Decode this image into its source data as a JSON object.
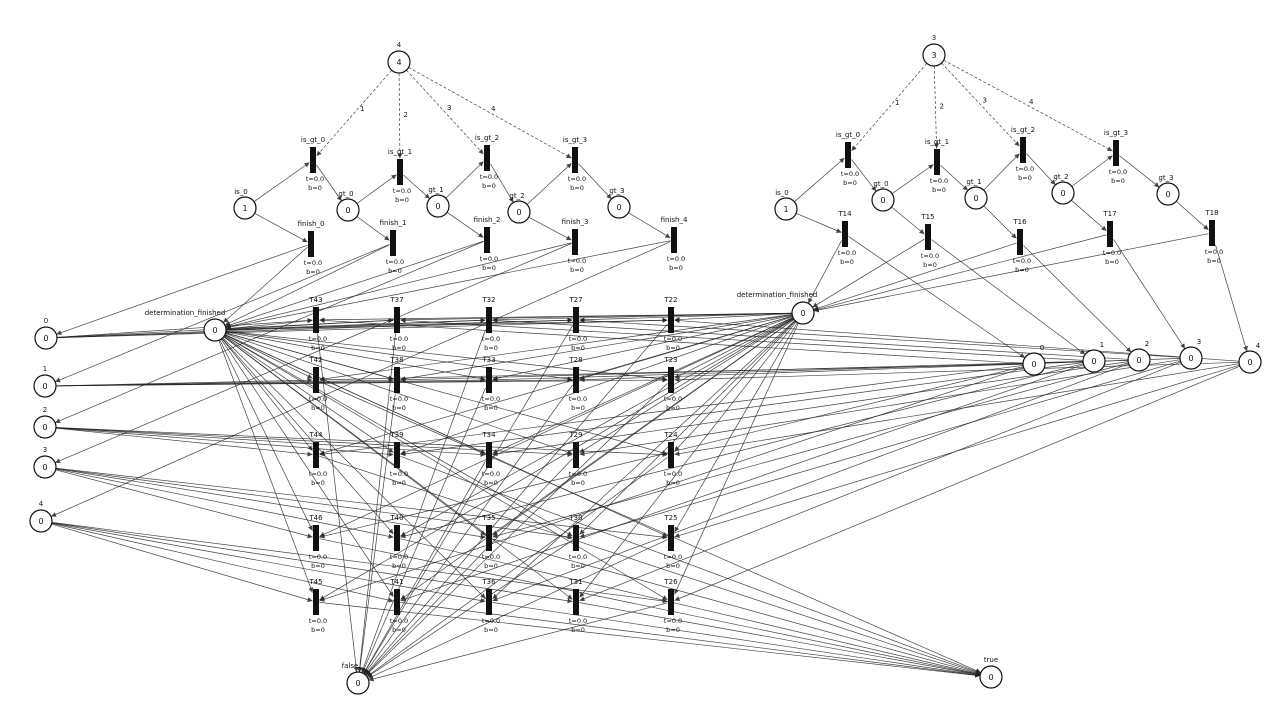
{
  "left_net": {
    "top_place": {
      "label": "4",
      "tokens": "4"
    },
    "arc_weights": [
      "1",
      "2",
      "3",
      "4"
    ],
    "is_place": {
      "label": "is_0",
      "tokens": "1"
    },
    "gt_places": [
      {
        "label": "gt_0",
        "tokens": "0"
      },
      {
        "label": "gt_1",
        "tokens": "0"
      },
      {
        "label": "gt_2",
        "tokens": "0"
      },
      {
        "label": "gt_3",
        "tokens": "0"
      }
    ],
    "is_gt_transitions": [
      {
        "label": "is_gt_0"
      },
      {
        "label": "is_gt_1"
      },
      {
        "label": "is_gt_2"
      },
      {
        "label": "is_gt_3"
      }
    ],
    "finish_transitions": [
      {
        "label": "finish_0"
      },
      {
        "label": "finish_1"
      },
      {
        "label": "finish_2"
      },
      {
        "label": "finish_3"
      },
      {
        "label": "finish_4"
      }
    ]
  },
  "right_net": {
    "top_place": {
      "label": "3",
      "tokens": "3"
    },
    "arc_weights": [
      "1",
      "2",
      "3",
      "4"
    ],
    "is_place": {
      "label": "is_0",
      "tokens": "1"
    },
    "gt_places": [
      {
        "label": "gt_0",
        "tokens": "0"
      },
      {
        "label": "gt_1",
        "tokens": "0"
      },
      {
        "label": "gt_2",
        "tokens": "0"
      },
      {
        "label": "gt_3",
        "tokens": "0"
      }
    ],
    "is_gt_transitions": [
      {
        "label": "is_gt_0"
      },
      {
        "label": "is_gt_1"
      },
      {
        "label": "is_gt_2"
      },
      {
        "label": "is_gt_3"
      }
    ],
    "finish_transitions": [
      {
        "label": "T14"
      },
      {
        "label": "T15"
      },
      {
        "label": "T16"
      },
      {
        "label": "T17"
      },
      {
        "label": "T18"
      }
    ]
  },
  "determination_places": [
    {
      "label": "determination_finished",
      "tokens": "0"
    },
    {
      "label": "determination_finished",
      "tokens": "0"
    }
  ],
  "left_values": [
    {
      "label": "0",
      "tokens": "0"
    },
    {
      "label": "1",
      "tokens": "0"
    },
    {
      "label": "2",
      "tokens": "0"
    },
    {
      "label": "3",
      "tokens": "0"
    },
    {
      "label": "4",
      "tokens": "0"
    }
  ],
  "right_values": [
    {
      "label": "0",
      "tokens": "0"
    },
    {
      "label": "1",
      "tokens": "0"
    },
    {
      "label": "2",
      "tokens": "0"
    },
    {
      "label": "3",
      "tokens": "0"
    },
    {
      "label": "4",
      "tokens": "0"
    }
  ],
  "grid": {
    "transitions": [
      [
        "T43",
        "T37",
        "T32",
        "T27",
        "T22"
      ],
      [
        "T42",
        "T38",
        "T33",
        "T28",
        "T23"
      ],
      [
        "T44",
        "T39",
        "T34",
        "T29",
        "T24"
      ],
      [
        "T46",
        "T40",
        "T35",
        "T30",
        "T25"
      ],
      [
        "T45",
        "T41",
        "T36",
        "T31",
        "T26"
      ]
    ],
    "outputs_to_true": [
      [
        0,
        0,
        0,
        0,
        0
      ],
      [
        1,
        0,
        0,
        0,
        0
      ],
      [
        1,
        1,
        0,
        0,
        0
      ],
      [
        1,
        1,
        1,
        0,
        0
      ],
      [
        1,
        1,
        1,
        1,
        0
      ]
    ]
  },
  "result_places": [
    {
      "label": "false",
      "tokens": "0"
    },
    {
      "label": "true",
      "tokens": "0"
    }
  ],
  "transition_stats": {
    "t": "t=0.0",
    "b": "b=0"
  }
}
